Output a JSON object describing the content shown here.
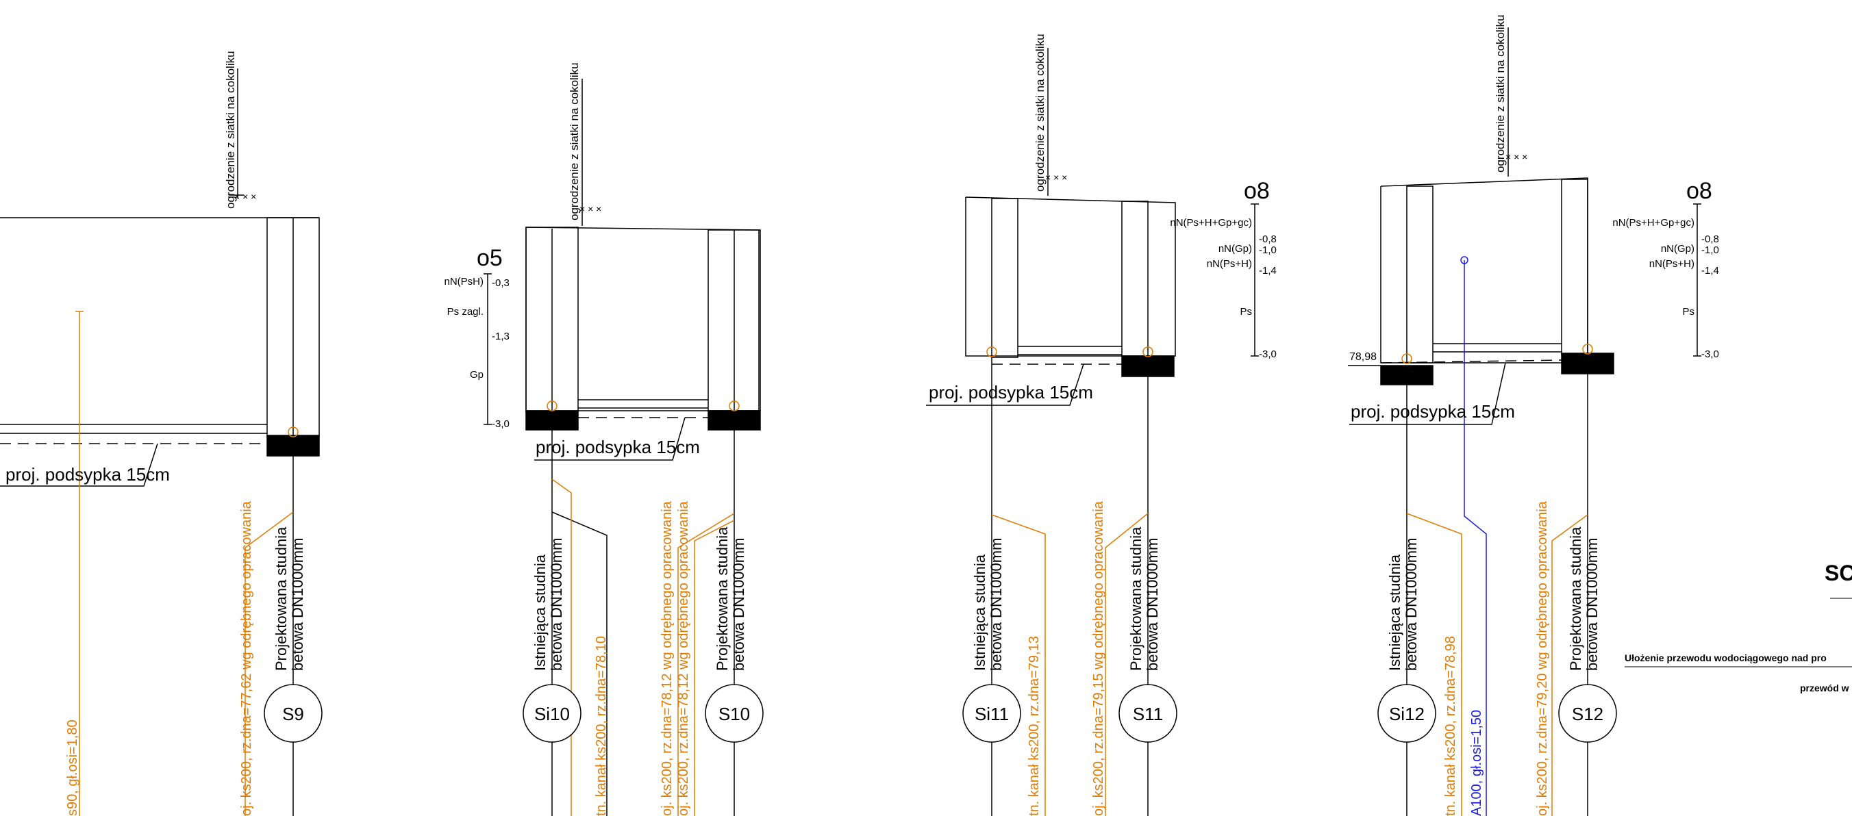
{
  "colors": {
    "line": "#000000",
    "orange": "#e07b00",
    "blue": "#1a1ae6",
    "fill": "#000000",
    "background": "#ffffff"
  },
  "fence_label": "ogrodzenie z siatki na cokoliku",
  "bedding_label": "proj. podsypka 15cm",
  "existing_well_line1": "Istniejąca studnia",
  "existing_well_line2": "betowa DN1000mm",
  "designed_well_line1": "Projektowana studnia",
  "designed_well_line2": "betowa DN1000mm",
  "sections": {
    "s9": {
      "well_designed": "S9",
      "orange_left": "s90, gł.osi=1,80",
      "orange_right": "oj. ks200, rz.dna=77,62 wg odrębnego opracowania"
    },
    "s10": {
      "well_existing": "Si10",
      "well_designed": "S10",
      "orange_existing": "tn. kanał ks200, rz.dna=78,10",
      "orange_designed_a": "oj. ks200, rz.dna=78,12 wg odrębnego opracowania",
      "orange_designed_b": "oj. ks200, rz.dna=78,12 wg odrębnego opracowania",
      "borehole": {
        "id": "o5",
        "levels": [
          "-0,3",
          "-1,3",
          "-3,0"
        ],
        "layers": [
          "nN(PsH)",
          "Ps zagl.",
          "Gp"
        ]
      }
    },
    "s11": {
      "well_existing": "Si11",
      "well_designed": "S11",
      "orange_existing": "tn. kanał ks200, rz.dna=79,13",
      "orange_designed": "oj. ks200, rz.dna=79,15 wg odrębnego opracowania",
      "borehole": {
        "id": "o8",
        "levels": [
          "-0,8",
          "-1,0",
          "-1,4",
          "-3,0"
        ],
        "layers": [
          "nN(Ps+H+Gp+gc)",
          "nN(Gp)",
          "nN(Ps+H)",
          "Ps"
        ]
      }
    },
    "s12": {
      "well_existing": "Si12",
      "well_designed": "S12",
      "level_label": "78,98",
      "orange_existing": "tn. kanał ks200, rz.dna=78,98",
      "blue_pipe": "A100, gł.osi=1,50",
      "orange_designed": "oj. ks200, rz.dna=79,20 wg odrębnego opracowania",
      "borehole": {
        "id": "o8",
        "levels": [
          "-0,8",
          "-1,0",
          "-1,4",
          "-3,0"
        ],
        "layers": [
          "nN(Ps+H+Gp+gc)",
          "nN(Gp)",
          "nN(Ps+H)",
          "Ps"
        ]
      }
    }
  },
  "title_block": {
    "heading_fragment": "SC",
    "description_fragment": "Ułożenie przewodu wodociągowego nad pro",
    "subtitle_fragment": "przewód w"
  }
}
